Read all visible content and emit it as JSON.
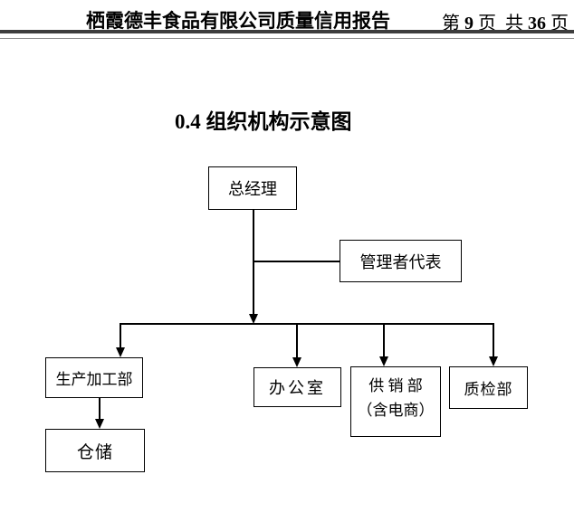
{
  "header": {
    "title": "栖霞德丰食品有限公司质量信用报告",
    "page": {
      "label_di": "第",
      "number": "9",
      "label_ye1": "页",
      "label_gong": "共",
      "total": "36",
      "label_ye2": "页"
    }
  },
  "section": {
    "title": "0.4 组织机构示意图"
  },
  "org_chart": {
    "general_manager": "总经理",
    "management_representative": "管理者代表",
    "production_dept": "生产加工部",
    "office": "办公室",
    "supply_sales_line1": "供 销 部",
    "supply_sales_line2": "（含电商）",
    "quality_dept": "质检部",
    "warehouse": "仓储"
  },
  "colors": {
    "line": "#000000",
    "header_rule_thick": "#3d3d3d",
    "header_rule_thin": "#8c8c8c",
    "background": "#ffffff"
  }
}
